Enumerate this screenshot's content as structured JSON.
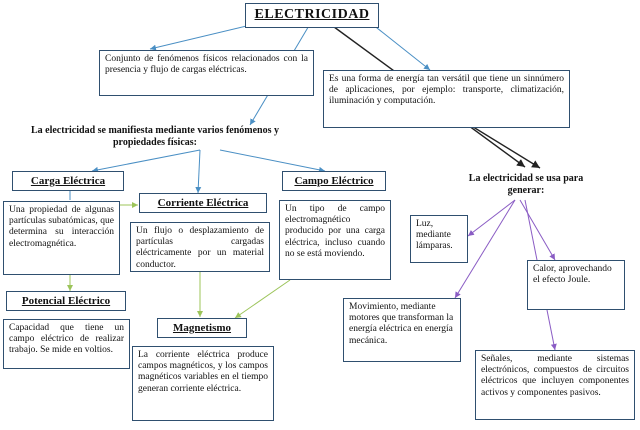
{
  "title": "ELECTRICIDAD",
  "definition": "Conjunto de fenómenos físicos relacionados con la presencia y flujo de cargas eléctricas.",
  "energy_description": "Es una forma de energía tan versátil que tiene un sinnúmero de aplicaciones, por ejemplo: transporte, climatización, iluminación y computación.",
  "manifest_heading": "La electricidad se manifiesta mediante varios fenómenos y propiedades físicas:",
  "uses_heading": "La electricidad se usa para generar:",
  "phenomena": {
    "carga": {
      "label": "Carga Eléctrica",
      "text": "Una propiedad de algunas partículas subatómicas, que determina su interacción electromagnética."
    },
    "corriente": {
      "label": "Corriente Eléctrica",
      "text": "Un flujo o desplazamiento de partículas cargadas eléctricamente por un material conductor."
    },
    "campo": {
      "label": "Campo Eléctrico",
      "text": "Un tipo de campo electromagnético producido por una carga eléctrica, incluso cuando no se está moviendo."
    },
    "potencial": {
      "label": "Potencial Eléctrico",
      "text": "Capacidad que tiene un campo eléctrico de realizar trabajo. Se mide en voltios."
    },
    "magnetismo": {
      "label": "Magnetismo",
      "text": "La corriente eléctrica produce campos magnéticos, y los campos magnéticos variables en el tiempo generan corriente eléctrica."
    }
  },
  "uses": {
    "luz": "Luz, mediante lámparas.",
    "calor": "Calor, aprovechando el efecto Joule.",
    "movimiento": "Movimiento, mediante motores que transforman la energía eléctrica en energía mecánica.",
    "senales": "Señales, mediante sistemas electrónicos, compuestos de circuitos eléctricos que incluyen componentes activos y componentes pasivos."
  },
  "colors": {
    "border": "#2f4f6f",
    "connector_blue": "#4a8fc4",
    "connector_green": "#9cc45a",
    "connector_purple": "#8a5cc4",
    "connector_black": "#222222"
  }
}
